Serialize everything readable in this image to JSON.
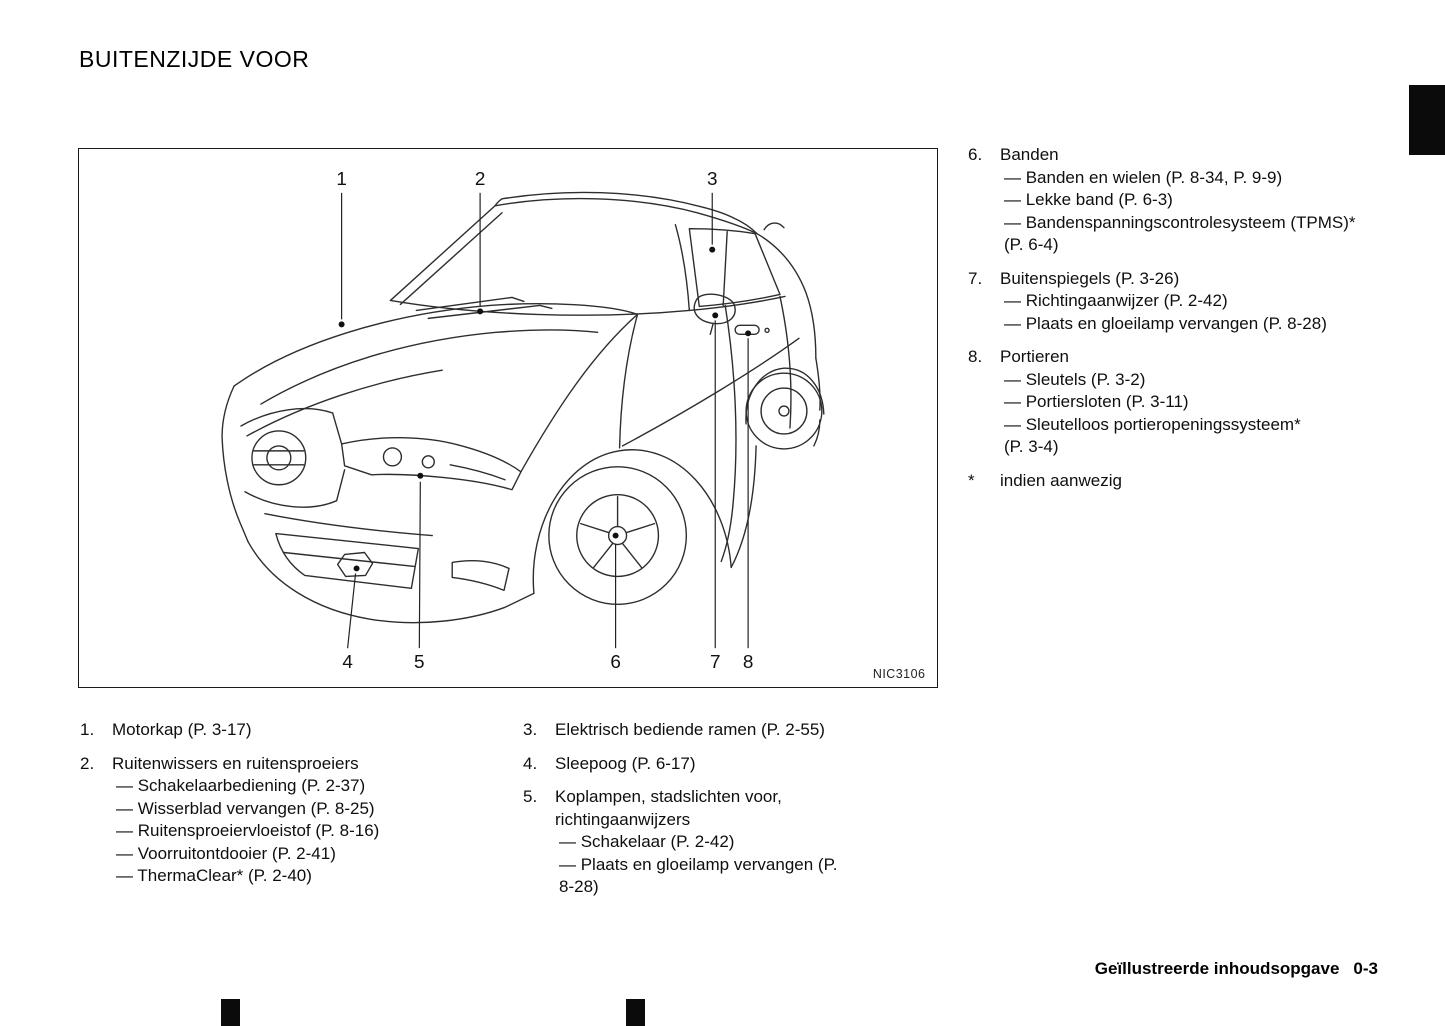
{
  "header": {
    "title": "BUITENZIJDE VOOR"
  },
  "figure": {
    "code": "NIC3106",
    "callouts": [
      "1",
      "2",
      "3",
      "4",
      "5",
      "6",
      "7",
      "8"
    ]
  },
  "lists": {
    "left": [
      {
        "num": "1.",
        "title": "Motorkap (P. 3-17)",
        "subs": []
      },
      {
        "num": "2.",
        "title": "Ruitenwissers en ruitensproeiers",
        "subs": [
          "— Schakelaarbediening (P. 2-37)",
          "— Wisserblad vervangen (P. 8-25)",
          "— Ruitensproeiervloeistof (P. 8-16)",
          "— Voorruitontdooier (P. 2-41)",
          "— ThermaClear* (P. 2-40)"
        ]
      }
    ],
    "middle": [
      {
        "num": "3.",
        "title": "Elektrisch bediende ramen (P. 2-55)",
        "subs": []
      },
      {
        "num": "4.",
        "title": "Sleepoog (P. 6-17)",
        "subs": []
      },
      {
        "num": "5.",
        "title": "Koplampen, stadslichten voor, richtingaanwijzers",
        "subs": [
          "— Schakelaar (P. 2-42)",
          "— Plaats en gloeilamp vervangen (P. 8-28)"
        ]
      }
    ],
    "right": [
      {
        "num": "6.",
        "title": "Banden",
        "subs": [
          "— Banden en wielen (P. 8-34, P. 9-9)",
          "— Lekke band (P. 6-3)",
          "— Bandenspanningscontrolesysteem (TPMS)*",
          "(P. 6-4)"
        ]
      },
      {
        "num": "7.",
        "title": "Buitenspiegels (P. 3-26)",
        "subs": [
          "— Richtingaanwijzer (P. 2-42)",
          "— Plaats en gloeilamp vervangen (P. 8-28)"
        ]
      },
      {
        "num": "8.",
        "title": "Portieren",
        "subs": [
          "— Sleutels (P. 3-2)",
          "— Portiersloten (P. 3-11)",
          "— Sleutelloos portieropeningssysteem*",
          "(P. 3-4)"
        ]
      },
      {
        "num": "*",
        "title": "indien aanwezig",
        "subs": []
      }
    ]
  },
  "footer": {
    "section": "Geïllustreerde inhoudsopgave",
    "page": "0-3"
  }
}
